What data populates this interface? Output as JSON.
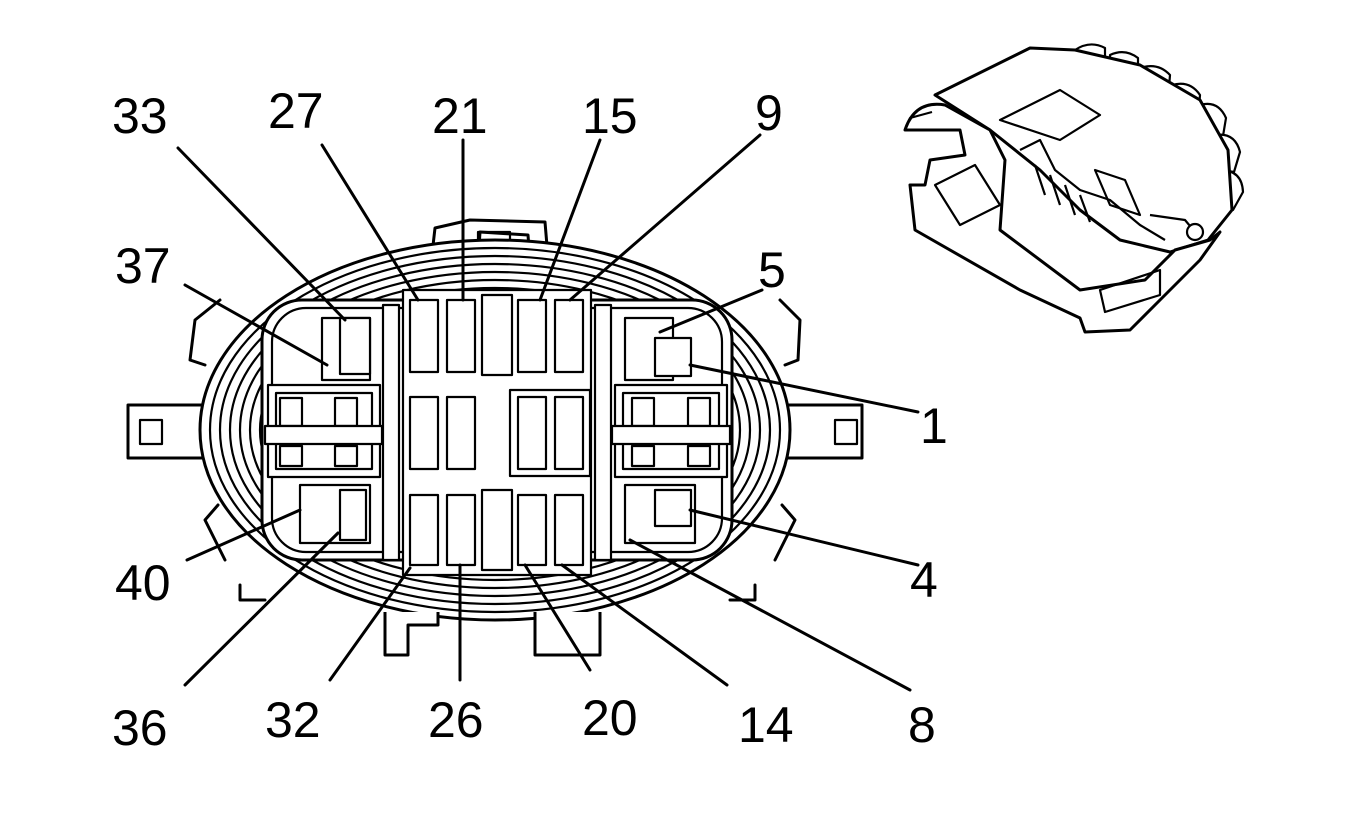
{
  "diagram": {
    "pin_labels": {
      "p33": "33",
      "p27": "27",
      "p21": "21",
      "p15": "15",
      "p9": "9",
      "p37": "37",
      "p5": "5",
      "p1": "1",
      "p4": "4",
      "p40": "40",
      "p36": "36",
      "p32": "32",
      "p26": "26",
      "p20": "20",
      "p14": "14",
      "p8": "8"
    }
  }
}
